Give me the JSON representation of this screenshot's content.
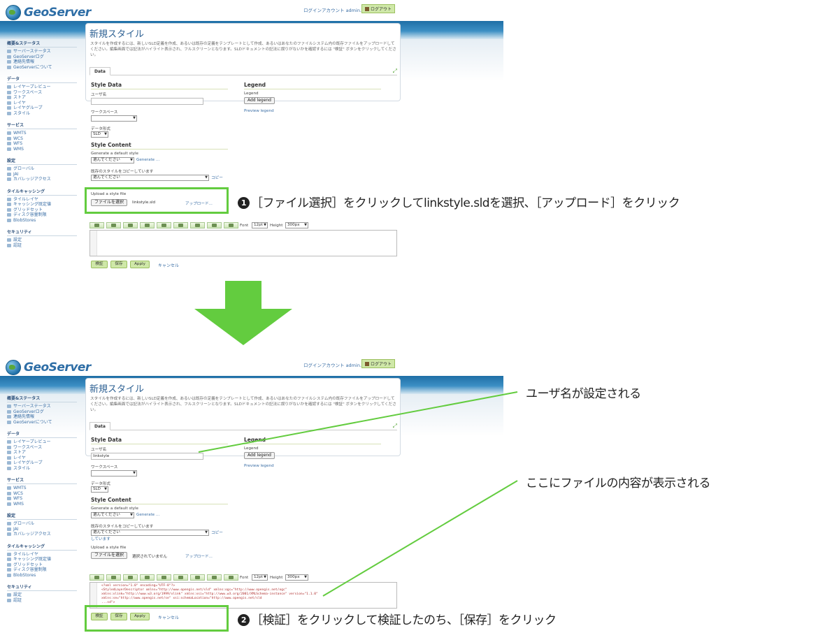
{
  "app": {
    "logo_text": "GeoServer",
    "account_text": "ログインアカウント admin.",
    "logout_label": "ログアウト"
  },
  "sidebar": {
    "sections": [
      {
        "title": "概要&ステータス",
        "items": [
          "サーバーステータス",
          "GeoServerログ",
          "連絡先情報",
          "GeoServerについて"
        ]
      },
      {
        "title": "データ",
        "items": [
          "レイヤープレビュー",
          "ワークスペース",
          "ストア",
          "レイヤ",
          "レイヤグループ",
          "スタイル"
        ]
      },
      {
        "title": "サービス",
        "items": [
          "WMTS",
          "WCS",
          "WFS",
          "WMS"
        ]
      },
      {
        "title": "設定",
        "items": [
          "グローバル",
          "JAI",
          "カバレッジアクセス"
        ]
      },
      {
        "title": "タイルキャッシング",
        "items": [
          "タイルレイヤ",
          "キャッシング既定値",
          "グリッドセット",
          "ディスク容量制限",
          "BlobStores"
        ]
      },
      {
        "title": "セキュリティ",
        "items": [
          "設定",
          "認証"
        ]
      }
    ]
  },
  "page": {
    "title": "新規スタイル",
    "description": "スタイルを作成するには、新しいSLD定義を作成、あるいは既存の定義をテンプレートとして作成、あるいはあなたのファイルシステム内の既存ファイルをアップロードしてください。編集画面では記法がハイライト表示され、フルスクリーンとなります。SLDドキュメントの記法に誤りがないかを確認するには \"検証\" ボタンをクリックしてください。",
    "tab_data": "Data",
    "style_data_heading": "Style Data",
    "legend_heading": "Legend",
    "name_label": "ユーザ名",
    "workspace_label": "ワークスペース",
    "format_label": "データ形式",
    "format_value": "SLD",
    "style_content_heading": "Style Content",
    "generate_label": "Generate a default style",
    "choose_option": "選んでください",
    "generate_link": "Generate ...",
    "copy_label": "既存のスタイルをコピーしています",
    "copy_link": "コピー",
    "copy_link_cont": "しています",
    "legend_label": "Legend",
    "add_legend": "Add legend",
    "preview_legend": "Preview legend",
    "upload_label": "Upload a style file",
    "file_button": "ファイルを選択",
    "upload_link": "アップロード...",
    "font_label": "Font",
    "font_value": "12pt",
    "height_label": "Height",
    "height_value": "300px",
    "validate_btn": "検証",
    "save_btn": "保存",
    "apply_btn": "Apply",
    "cancel_link": "キャンセル"
  },
  "panel_top": {
    "name_value": "",
    "file_name": "linkstyle.sld"
  },
  "panel_bottom": {
    "name_value": "linkstyle",
    "file_name": "選択されていません",
    "code_lines": [
      "<?xml version=\"1.0\" encoding=\"UTF-8\"?>",
      "<StyledLayerDescriptor xmlns=\"http://www.opengis.net/sld\" xmlns:ogc=\"http://www.opengis.net/ogc\"",
      "  xmlns:xlink=\"http://www.w3.org/1999/xlink\" xmlns:xsi=\"http://www.w3.org/2001/XMLSchema-instance\" version=\"1.1.0\"",
      "  xmlns:se=\"http://www.opengis.net/se\" xsi:schemaLocation=\"http://www.opengis.net/sld",
      "  ...sd\">"
    ]
  },
  "annotations": {
    "step1_num": "1",
    "step1": "［ファイル選択］をクリックしてlinkstyle.sldを選択、［アップロード］をクリック",
    "name_set": "ユーザ名が設定される",
    "content_shown": "ここにファイルの内容が表示される",
    "step2_num": "2",
    "step2": "［検証］をクリックして検証したのち、［保存］をクリック"
  },
  "colors": {
    "highlight": "#63cc3f",
    "header_blue": "#1f6fa6",
    "link_blue": "#3a6ea5"
  }
}
